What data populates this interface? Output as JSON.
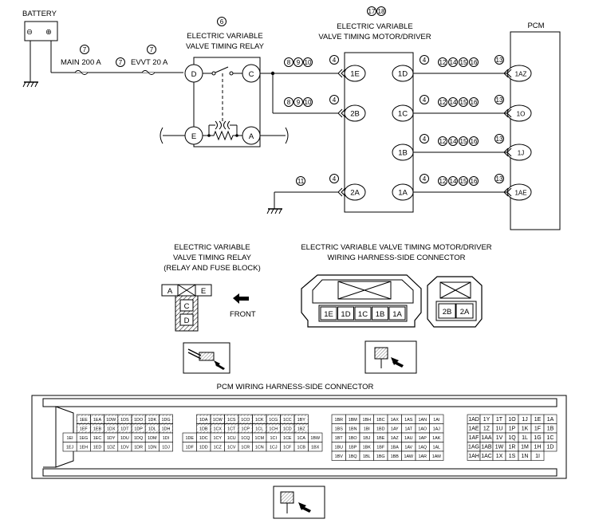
{
  "battery": {
    "label": "BATTERY",
    "minus": "⊖",
    "plus": "⊕"
  },
  "fuses": {
    "main": {
      "num": "7",
      "label": "MAIN 200 A"
    },
    "mid_num": "7",
    "evvt": {
      "num": "7",
      "label": "EVVT 20 A"
    }
  },
  "relay": {
    "num": "6",
    "title_line1": "ELECTRIC VARIABLE",
    "title_line2": "VALVE TIMING RELAY",
    "terminals": {
      "d": "D",
      "c": "C",
      "e": "E",
      "a": "A"
    }
  },
  "motor": {
    "nums": [
      "17",
      "18"
    ],
    "title_line1": "ELECTRIC VARIABLE",
    "title_line2": "VALVE TIMING MOTOR/DRIVER",
    "left_terminals": [
      "1E",
      "2B",
      "2A"
    ],
    "right_terminals": [
      "1D",
      "1C",
      "1B",
      "1A"
    ]
  },
  "pcm": {
    "label": "PCM",
    "terminals": [
      "1AZ",
      "1O",
      "1J",
      "1AE"
    ]
  },
  "wire_notes": {
    "relay_to_motor": [
      "8",
      "9",
      "10"
    ],
    "ground": [
      "11"
    ],
    "motor_to_pcm": [
      "12",
      "14",
      "15",
      "16"
    ],
    "conn_motor": "4",
    "conn_pcm": "13"
  },
  "relay_block": {
    "title_line1": "ELECTRIC VARIABLE",
    "title_line2": "VALVE TIMING RELAY",
    "title_line3": "(RELAY AND FUSE BLOCK)",
    "cells": {
      "a": "A",
      "e": "E",
      "c": "C",
      "d": "D"
    },
    "front_label": "FRONT"
  },
  "motor_connector": {
    "title_line1": "ELECTRIC VARIABLE VALVE TIMING MOTOR/DRIVER",
    "title_line2": "WIRING HARNESS-SIDE CONNECTOR",
    "big": [
      "1E",
      "1D",
      "1C",
      "1B",
      "1A"
    ],
    "small": [
      "2B",
      "2A"
    ]
  },
  "pcm_connector": {
    "title": "PCM WIRING HARNESS-SIDE CONNECTOR",
    "block1": [
      [
        "1EE",
        "1EA",
        "1DW",
        "1DS",
        "1DO",
        "1DK",
        "1DG"
      ],
      [
        "1EF",
        "1EB",
        "1DX",
        "1DT",
        "1DP",
        "1DL",
        "1DH"
      ],
      [
        "1EI",
        "1EG",
        "1EC",
        "1DY",
        "1DU",
        "1DQ",
        "1DM",
        "1DI"
      ],
      [
        "1EJ",
        "1EH",
        "1ED",
        "1DZ",
        "1DV",
        "1DR",
        "1DN",
        "1DJ"
      ]
    ],
    "block2": [
      [
        "1DA",
        "1CW",
        "1CS",
        "1CO",
        "1CK",
        "1CG",
        "1CC",
        "1BY"
      ],
      [
        "1DB",
        "1CX",
        "1CT",
        "1CP",
        "1CL",
        "1CH",
        "1CD",
        "1BZ"
      ],
      [
        "1DE",
        "1DC",
        "1CY",
        "1CU",
        "1CQ",
        "1CM",
        "1CI",
        "1CE",
        "1CA",
        "1BW"
      ],
      [
        "1DF",
        "1DD",
        "1CZ",
        "1CV",
        "1CR",
        "1CN",
        "1CJ",
        "1CF",
        "1CB",
        "1BX"
      ]
    ],
    "block3": [
      [
        "1BR",
        "1BM",
        "1BH",
        "1BC",
        "1AX",
        "1AS",
        "1AN",
        "1AI"
      ],
      [
        "1BS",
        "1BN",
        "1BI",
        "1BD",
        "1AY",
        "1AT",
        "1AO",
        "1AJ"
      ],
      [
        "1BT",
        "1BO",
        "1BJ",
        "1BE",
        "1AZ",
        "1AU",
        "1AP",
        "1AK"
      ],
      [
        "1BU",
        "1BP",
        "1BK",
        "1BF",
        "1BA",
        "1AV",
        "1AQ",
        "1AL"
      ],
      [
        "1BV",
        "1BQ",
        "1BL",
        "1BG",
        "1BB",
        "1AW",
        "1AR",
        "1AM"
      ]
    ],
    "block4": [
      [
        "1AD",
        "1Y",
        "1T",
        "1O",
        "1J",
        "1E",
        "1A"
      ],
      [
        "1AE",
        "1Z",
        "1U",
        "1P",
        "1K",
        "1F",
        "1B"
      ],
      [
        "1AF",
        "1AA",
        "1V",
        "1Q",
        "1L",
        "1G",
        "1C"
      ],
      [
        "1AG",
        "1AB",
        "1W",
        "1R",
        "1M",
        "1H",
        "1D"
      ],
      [
        "1AH",
        "1AC",
        "1X",
        "1S",
        "1N",
        "1I"
      ]
    ]
  }
}
